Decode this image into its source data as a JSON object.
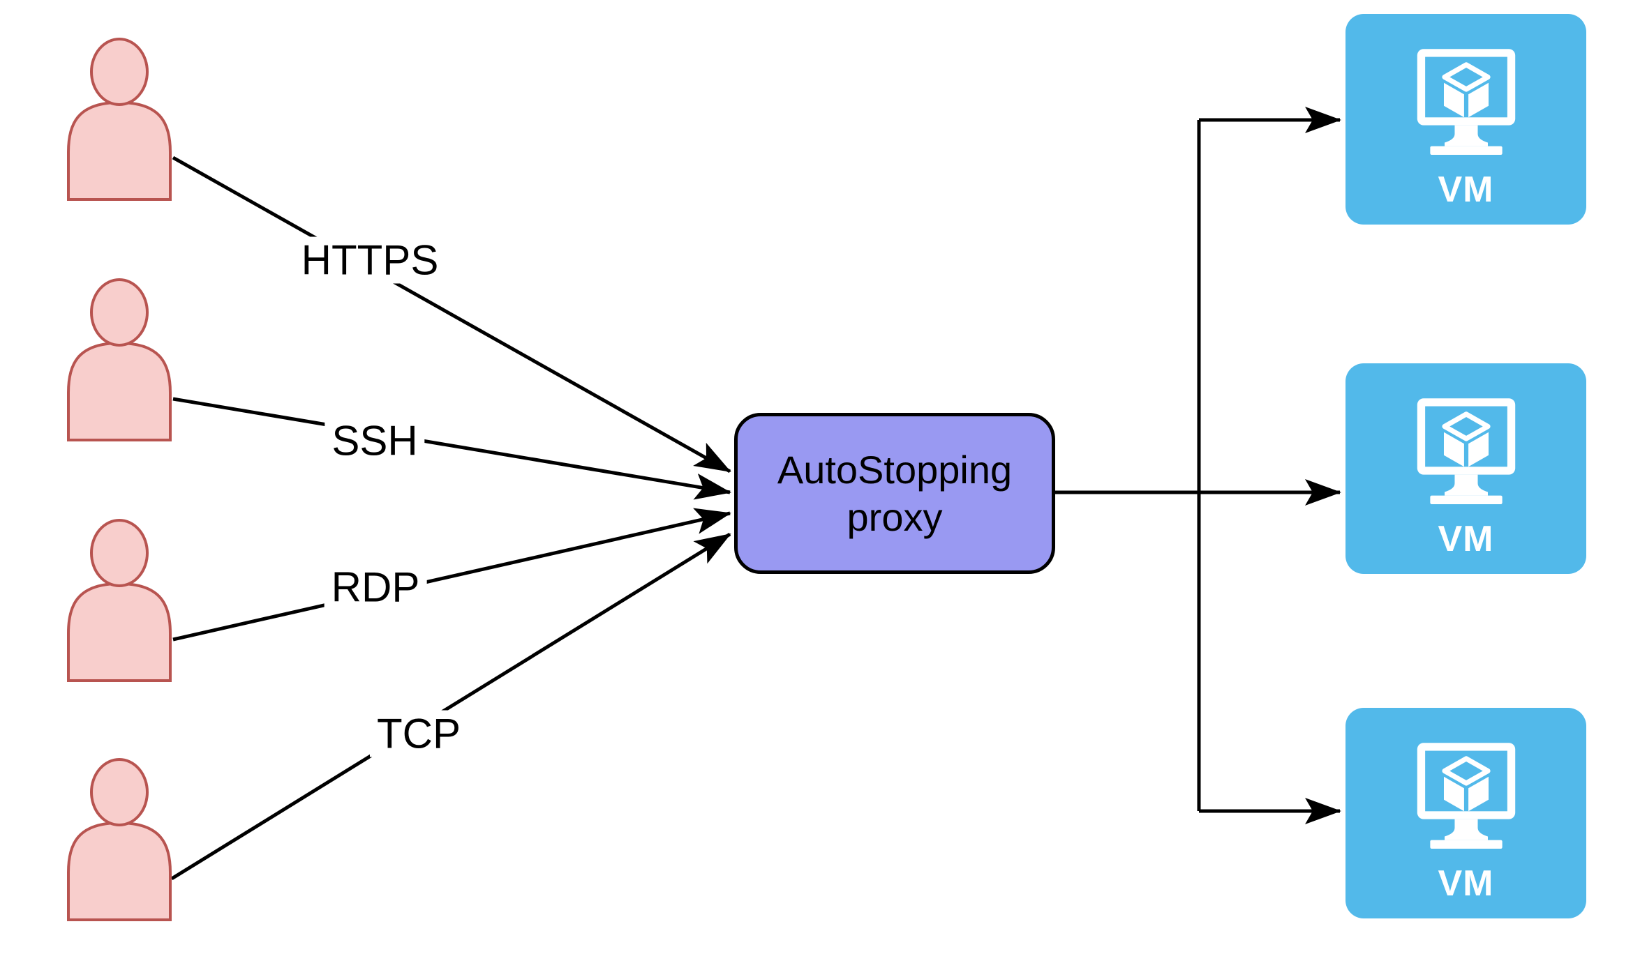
{
  "edges": [
    {
      "label": "HTTPS"
    },
    {
      "label": "SSH"
    },
    {
      "label": "RDP"
    },
    {
      "label": "TCP"
    }
  ],
  "proxy": {
    "label": "AutoStopping\nproxy"
  },
  "vms": [
    {
      "label": "VM"
    },
    {
      "label": "VM"
    },
    {
      "label": "VM"
    }
  ],
  "icons": {
    "user": "user-person-icon",
    "vm": "vm-monitor-cube-icon"
  },
  "colors": {
    "user_fill": "#F8CECC",
    "user_stroke": "#B85450",
    "proxy_fill": "#9999F2",
    "vm_fill": "#52B9EA",
    "edge_color": "#000000"
  }
}
